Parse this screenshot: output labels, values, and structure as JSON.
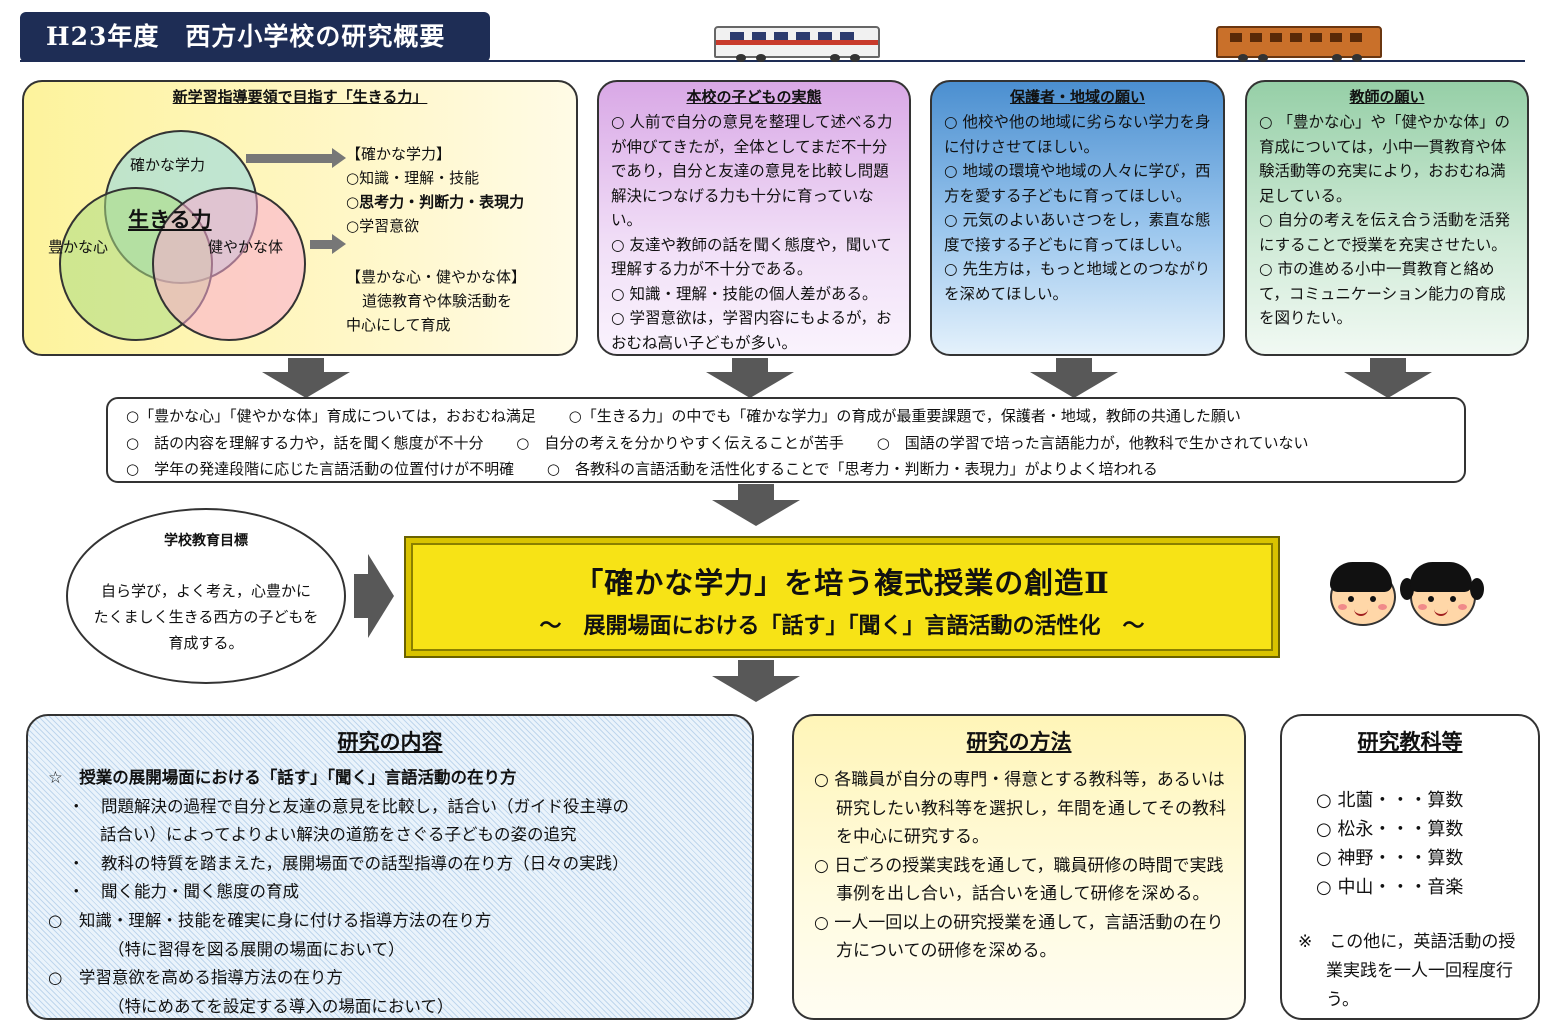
{
  "header": {
    "title": "H23年度　西方小学校の研究概要"
  },
  "shin": {
    "title": "新学習指導要領で目指す「生きる力」",
    "venn": {
      "tashika": "確かな学力",
      "ikiru": "生きる力",
      "yutaka": "豊かな心",
      "sukoyaka": "健やかな体"
    },
    "tashika_heading": "【確かな学力】",
    "tashika_items": [
      "○知識・理解・技能",
      "○思考力・判断力・表現力",
      "○学習意欲"
    ],
    "kokoro_heading": "【豊かな心・健やかな体】",
    "kokoro_lines": [
      "道徳教育や体験活動を",
      "中心にして育成"
    ]
  },
  "kodomo": {
    "title": "本校の子どもの実態",
    "items": [
      "人前で自分の意見を整理して述べる力が伸びてきたが，全体としてまだ不十分であり，自分と友達の意見を比較し問題解決につなげる力も十分に育っていない。",
      "友達や教師の話を聞く態度や，聞いて理解する力が不十分である。",
      "知識・理解・技能の個人差がある。",
      "学習意欲は，学習内容にもよるが，おおむね高い子どもが多い。"
    ]
  },
  "hogo": {
    "title": "保護者・地域の願い",
    "items": [
      "他校や他の地域に劣らない学力を身に付けさせてほしい。",
      "地域の環境や地域の人々に学び，西方を愛する子どもに育ってほしい。",
      "元気のよいあいさつをし，素直な態度で接する子どもに育ってほしい。",
      "先生方は，もっと地域とのつながりを深めてほしい。"
    ]
  },
  "kyoshi": {
    "title": "教師の願い",
    "items": [
      "「豊かな心」や「健やかな体」の育成については，小中一貫教育や体験活動等の充実により，おおむね満足している。",
      "自分の考えを伝え合う活動を活発にすることで授業を充実させたい。",
      "市の進める小中一貫教育と絡めて，コミュニケーション能力の育成を図りたい。"
    ]
  },
  "summary": {
    "row1": [
      "○「豊かな心」「健やかな体」育成については，おおむね満足",
      "○「生きる力」の中でも「確かな学力」の育成が最重要課題で，保護者・地域，教師の共通した願い"
    ],
    "row2": [
      "○　話の内容を理解する力や，話を聞く態度が不十分",
      "○　自分の考えを分かりやすく伝えることが苦手",
      "○　国語の学習で培った言語能力が，他教科で生かされていない"
    ],
    "row3": [
      "○　学年の発達段階に応じた言語活動の位置付けが不明確",
      "○　各教科の言語活動を活性化することで「思考力・判断力・表現力」がよりよく培われる"
    ]
  },
  "goal": {
    "title": "学校教育目標",
    "lines": [
      "自ら学び，よく考え，心豊かに",
      "たくましく生きる西方の子どもを",
      "育成する。"
    ]
  },
  "theme": {
    "main": "「確かな学力」を培う複式授業の創造Ⅱ",
    "sub": "～　展開場面における「話す」「聞く」言語活動の活性化　～"
  },
  "naiyou": {
    "title": "研究の内容",
    "lines": [
      "☆　授業の展開場面における「話す」「聞く」言語活動の在り方",
      "・　問題解決の過程で自分と友達の意見を比較し，話合い（ガイド役主導の",
      "話合い）によってよりよい解決の道筋をさぐる子どもの姿の追究",
      "・　教科の特質を踏まえた，展開場面での話型指導の在り方（日々の実践）",
      "・　聞く能力・聞く態度の育成",
      "○　知識・理解・技能を確実に身に付ける指導方法の在り方",
      "（特に習得を図る展開の場面において）",
      "○　学習意欲を高める指導方法の在り方",
      "（特にめあてを設定する導入の場面において）"
    ]
  },
  "houhou": {
    "title": "研究の方法",
    "items": [
      "各職員が自分の専門・得意とする教科等，あるいは研究したい教科等を選択し，年間を通してその教科を中心に研究する。",
      "日ごろの授業実践を通して，職員研修の時間で実践事例を出し合い，話合いを通して研修を深める。",
      "一人一回以上の研究授業を通して，言語活動の在り方についての研修を深める。"
    ]
  },
  "kyouka": {
    "title": "研究教科等",
    "items": [
      "北薗・・・算数",
      "松永・・・算数",
      "神野・・・算数",
      "中山・・・音楽"
    ],
    "note": "※　この他に，英語活動の授業実践を一人一回程度行う。"
  },
  "colors": {
    "title_bg": "#1e2d55",
    "theme_yellow": "#f7e316",
    "arrow_gray": "#585858"
  }
}
